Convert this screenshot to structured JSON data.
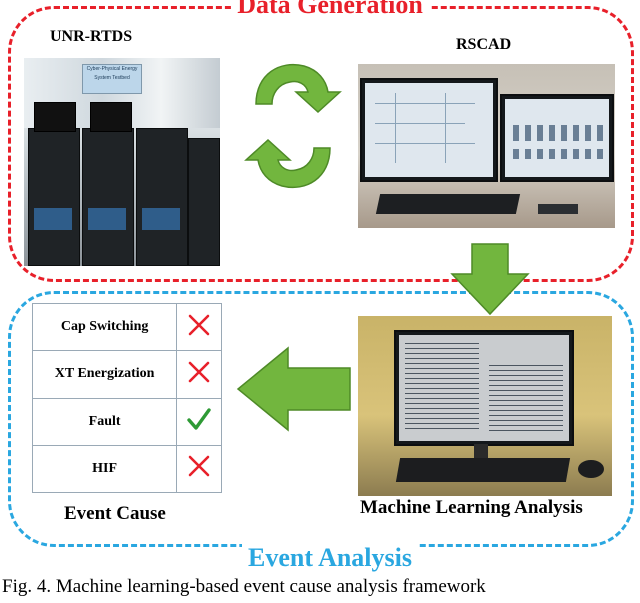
{
  "sections": {
    "top_title": "Data Generation",
    "bottom_title": "Event Analysis"
  },
  "labels": {
    "rtds": "UNR-RTDS",
    "rscad": "RSCAD",
    "mla": "Machine Learning Analysis",
    "event_cause": "Event Cause"
  },
  "rtds_photo_sign": "Cyber-Physical Energy System Testbed",
  "event_table": [
    {
      "name": "Cap Switching",
      "result": "cross"
    },
    {
      "name": "XT Energization",
      "result": "cross"
    },
    {
      "name": "Fault",
      "result": "check"
    },
    {
      "name": "HIF",
      "result": "cross"
    }
  ],
  "colors": {
    "data_generation": "#e8202a",
    "event_analysis": "#2aa7e0",
    "arrow_green": "#72b63e",
    "cross_red": "#e8202a",
    "check_green": "#2e9a35"
  },
  "caption": "Fig.  4. Machine learning-based event cause analysis framework"
}
